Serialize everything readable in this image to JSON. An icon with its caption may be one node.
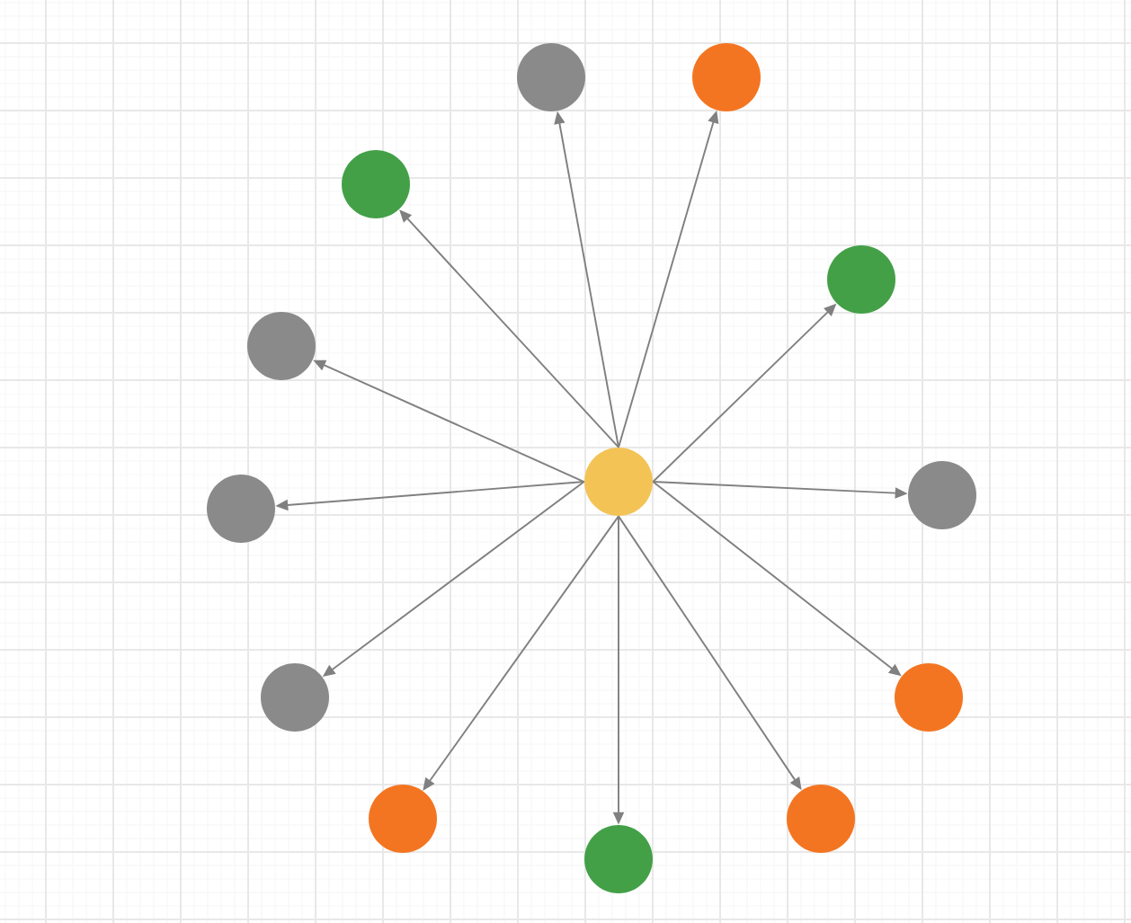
{
  "diagram": {
    "nodes": [
      {
        "text": [],
        "shape": "circle"
      },
      {
        "text": [],
        "shape": "circle"
      },
      {
        "text": [],
        "shape": "circle"
      },
      {
        "text": [],
        "shape": "circle"
      },
      {
        "text": [],
        "shape": "circle"
      },
      {
        "text": [],
        "shape": "circle"
      },
      {
        "text": [],
        "shape": "circle"
      },
      {
        "text": [],
        "shape": "circle"
      },
      {
        "text": [],
        "shape": "circle"
      },
      {
        "text": [],
        "shape": "circle"
      },
      {
        "text": [],
        "shape": "circle"
      },
      {
        "text": [],
        "shape": "circle"
      },
      {
        "text": [],
        "shape": "circle"
      }
    ],
    "edges": [
      {
        "from": 6,
        "to": 0,
        "arrow": "to"
      },
      {
        "from": 6,
        "to": 1,
        "arrow": "to"
      },
      {
        "from": 6,
        "to": 2,
        "arrow": "to"
      },
      {
        "from": 6,
        "to": 3,
        "arrow": "to"
      },
      {
        "from": 6,
        "to": 4,
        "arrow": "to"
      },
      {
        "from": 6,
        "to": 5,
        "arrow": "to"
      },
      {
        "from": 6,
        "to": 7,
        "arrow": "to"
      },
      {
        "from": 6,
        "to": 8,
        "arrow": "to"
      },
      {
        "from": 6,
        "to": 9,
        "arrow": "to"
      },
      {
        "from": 6,
        "to": 10,
        "arrow": "to"
      },
      {
        "from": 6,
        "to": 11,
        "arrow": "to"
      },
      {
        "from": 6,
        "to": 12,
        "arrow": "to"
      }
    ]
  }
}
